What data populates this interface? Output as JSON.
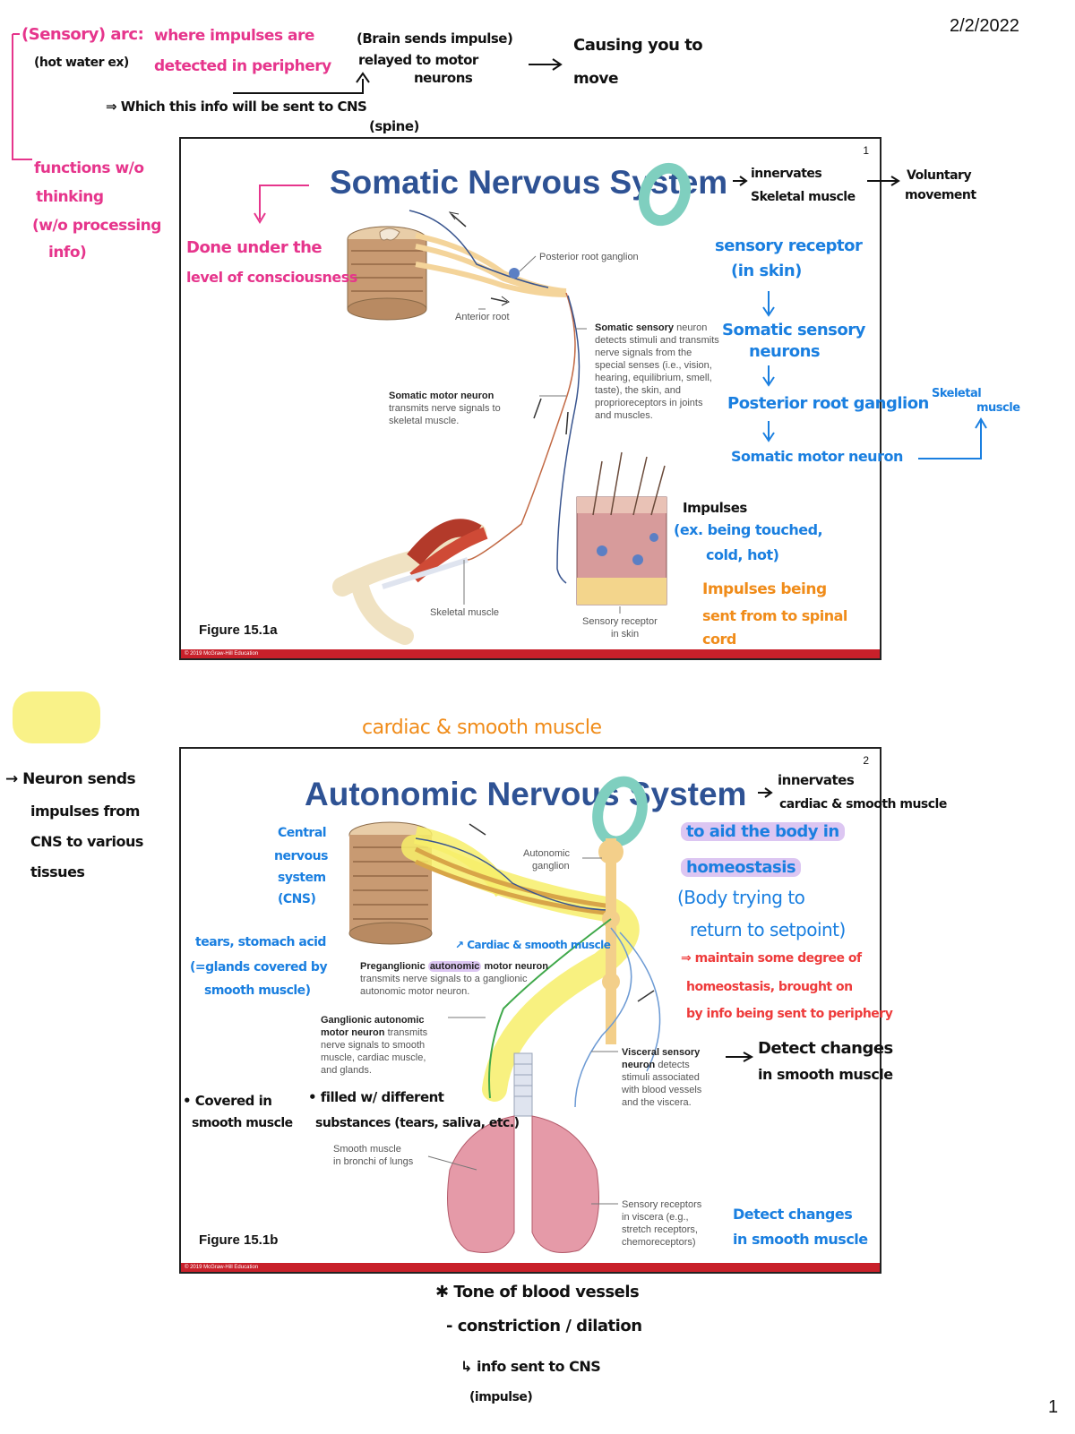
{
  "header": {
    "date": "2/2/2022",
    "page_number": "1"
  },
  "top_notes": {
    "sensory_arc": "(Sensory) arc:",
    "where_impulses": "where impulses are",
    "hot_water": "(hot water ex)",
    "detected": "detected in periphery",
    "brain_sends_1": "(Brain sends impulse)",
    "brain_sends_2": "relayed to motor",
    "brain_sends_3": "neurons",
    "causing_1": "Causing you to",
    "causing_2": "move",
    "which_info_1": "⇒ Which this info will be sent to CNS",
    "which_info_2": "(spine)",
    "functions_1": "functions w/o",
    "functions_2": "thinking",
    "functions_3": "(w/o processing",
    "functions_4": "info)"
  },
  "slide1": {
    "title": "Somatic Nervous System",
    "number": "1",
    "figure_label": "Figure 15.1a",
    "footer": "© 2019 McGraw-Hill Education",
    "posterior_root_ganglion": "Posterior root ganglion",
    "anterior_root": "Anterior root",
    "somatic_sensory_bold": "Somatic sensory",
    "somatic_sensory_rest": "neuron detects stimuli and transmits nerve signals from the special senses (i.e., vision, hearing, equilibrium, smell, taste), the skin, and proprioreceptors in joints and muscles.",
    "somatic_motor_bold": "Somatic motor neuron",
    "somatic_motor_rest": "transmits nerve signals to skeletal muscle.",
    "skeletal_muscle": "Skeletal muscle",
    "sensory_receptor_skin_1": "Sensory receptor",
    "sensory_receptor_skin_2": "in skin"
  },
  "slide1_notes": {
    "innervates_1": "innervates",
    "innervates_2": "Skeletal muscle",
    "voluntary_1": "Voluntary",
    "voluntary_2": "movement",
    "done_under_1": "Done under the",
    "done_under_2": "level of consciousness",
    "flow_1a": "sensory receptor",
    "flow_1b": "(in skin)",
    "flow_2a": "Somatic sensory",
    "flow_2b": "neurons",
    "flow_3": "Posterior root ganglion",
    "flow_4": "Somatic motor neuron",
    "skeletal_muscle_1": "Skeletal",
    "skeletal_muscle_2": "muscle",
    "impulses": "Impulses",
    "impulses_ex_1": "(ex. being touched,",
    "impulses_ex_2": "cold, hot)",
    "impulses_sent_1": "Impulses being",
    "impulses_sent_2": "sent from to spinal",
    "impulses_sent_3": "cord"
  },
  "middle_notes": {
    "cardiac_smooth": "cardiac & smooth muscle",
    "neuron_sends_1": "→ Neuron sends",
    "neuron_sends_2": "impulses from",
    "neuron_sends_3": "CNS to various",
    "neuron_sends_4": "tissues"
  },
  "slide2": {
    "title": "Autonomic Nervous System",
    "number": "2",
    "figure_label": "Figure 15.1b",
    "footer": "© 2019 McGraw-Hill Education",
    "autonomic_ganglion_1": "Autonomic",
    "autonomic_ganglion_2": "ganglion",
    "preganglionic_bold_a": "Preganglionic",
    "preganglionic_bold_b": "autonomic",
    "preganglionic_bold_c": "motor neuron",
    "preganglionic_rest_1": "transmits nerve signals to a ganglionic",
    "preganglionic_rest_2": "autonomic motor neuron.",
    "ganglionic_bold_1": "Ganglionic autonomic",
    "ganglionic_bold_2": "motor neuron",
    "ganglionic_rest_1": "transmits",
    "ganglionic_rest_2": "nerve signals to smooth",
    "ganglionic_rest_3": "muscle, cardiac muscle,",
    "ganglionic_rest_4": "and glands.",
    "visceral_bold_1": "Visceral sensory",
    "visceral_bold_2": "neuron",
    "visceral_rest_1": "detects",
    "visceral_rest_2": "stimuli associated",
    "visceral_rest_3": "with blood vessels",
    "visceral_rest_4": "and the viscera.",
    "smooth_muscle_1": "Smooth muscle",
    "smooth_muscle_2": "in bronchi of lungs",
    "sensory_receptors_1": "Sensory receptors",
    "sensory_receptors_2": "in viscera (e.g.,",
    "sensory_receptors_3": "stretch receptors,",
    "sensory_receptors_4": "chemoreceptors)"
  },
  "slide2_notes": {
    "innervates_1": "innervates",
    "innervates_2": "cardiac & smooth muscle",
    "aid_body": "to aid the body in",
    "homeostasis": "homeostasis",
    "body_trying_1": "(Body trying to",
    "body_trying_2": "return to setpoint)",
    "maintain_1": "⇒ maintain some degree of",
    "maintain_2": "homeostasis, brought on",
    "maintain_3": "by info being sent to periphery",
    "cns_1": "Central",
    "cns_2": "nervous",
    "cns_3": "system",
    "cns_4": "(CNS)",
    "tears_1": "tears, stomach acid",
    "tears_2": "(=glands covered by",
    "tears_3": "smooth muscle)",
    "cardiac_smooth_arrow": "↗ Cardiac & smooth muscle",
    "detect_changes_1": "Detect changes",
    "detect_changes_2": "in smooth muscle",
    "covered_1": "• Covered in",
    "covered_2": "smooth muscle",
    "filled_1": "• filled w/ different",
    "filled_2": "substances (tears, saliva, etc.)",
    "detect_blue_1": "Detect changes",
    "detect_blue_2": "in smooth muscle"
  },
  "bottom_notes": {
    "tone": "✱ Tone of blood vessels",
    "constriction": "- constriction / dilation",
    "info_sent": "↳ info sent to CNS",
    "impulse": "(impulse)"
  },
  "colors": {
    "annotation_pink": "#e6358c",
    "annotation_blue": "#1a7fe0",
    "annotation_orange": "#f08c1a",
    "annotation_red": "#ee3b3b",
    "slide_title_blue": "#2e5294",
    "footer_red": "#c8202a",
    "highlight_yellow": "#f7ef6a",
    "highlight_purple": "#dcc6f2",
    "teal_scribble": "#7fcfbf"
  }
}
